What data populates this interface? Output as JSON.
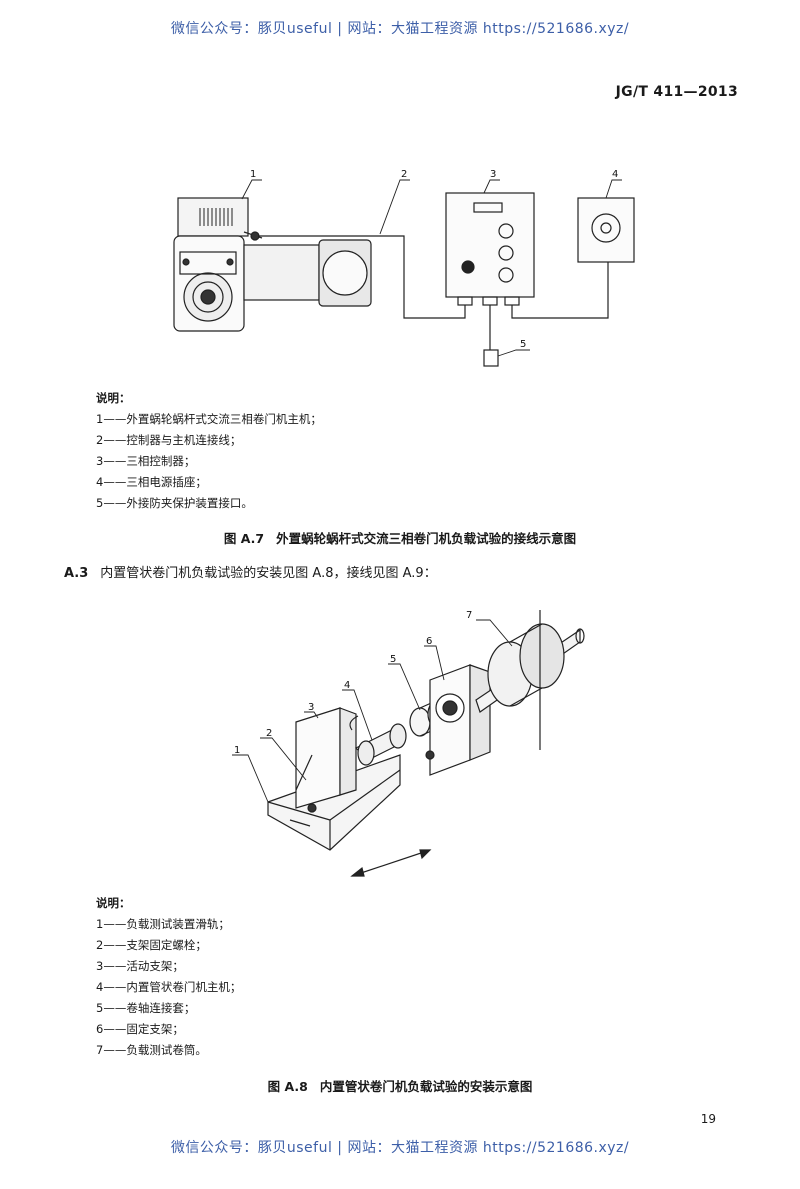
{
  "watermark": {
    "top": "微信公众号：豚贝useful | 网站：大猫工程资源 https://521686.xyz/",
    "bottom": "微信公众号：豚贝useful | 网站：大猫工程资源 https://521686.xyz/"
  },
  "header": {
    "standard_code": "JG/T 411—2013"
  },
  "figure_a7": {
    "callouts": [
      "1",
      "2",
      "3",
      "4",
      "5"
    ],
    "legend_title": "说明：",
    "legend_items": [
      "1——外置蜗轮蜗杆式交流三相卷门机主机；",
      "2——控制器与主机连接线；",
      "3——三相控制器；",
      "4——三相电源插座；",
      "5——外接防夹保护装置接口。"
    ],
    "caption_label": "图 A.7",
    "caption_text": "外置蜗轮蜗杆式交流三相卷门机负载试验的接线示意图"
  },
  "clause_a3": {
    "number": "A.3",
    "text": "内置管状卷门机负载试验的安装见图 A.8，接线见图 A.9："
  },
  "figure_a8": {
    "callouts": [
      "1",
      "2",
      "3",
      "4",
      "5",
      "6",
      "7"
    ],
    "legend_title": "说明：",
    "legend_items": [
      "1——负载测试装置滑轨；",
      "2——支架固定螺栓；",
      "3——活动支架；",
      "4——内置管状卷门机主机；",
      "5——卷轴连接套；",
      "6——固定支架；",
      "7——负载测试卷筒。"
    ],
    "caption_label": "图 A.8",
    "caption_text": "内置管状卷门机负载试验的安装示意图"
  },
  "page": {
    "number": "19"
  }
}
